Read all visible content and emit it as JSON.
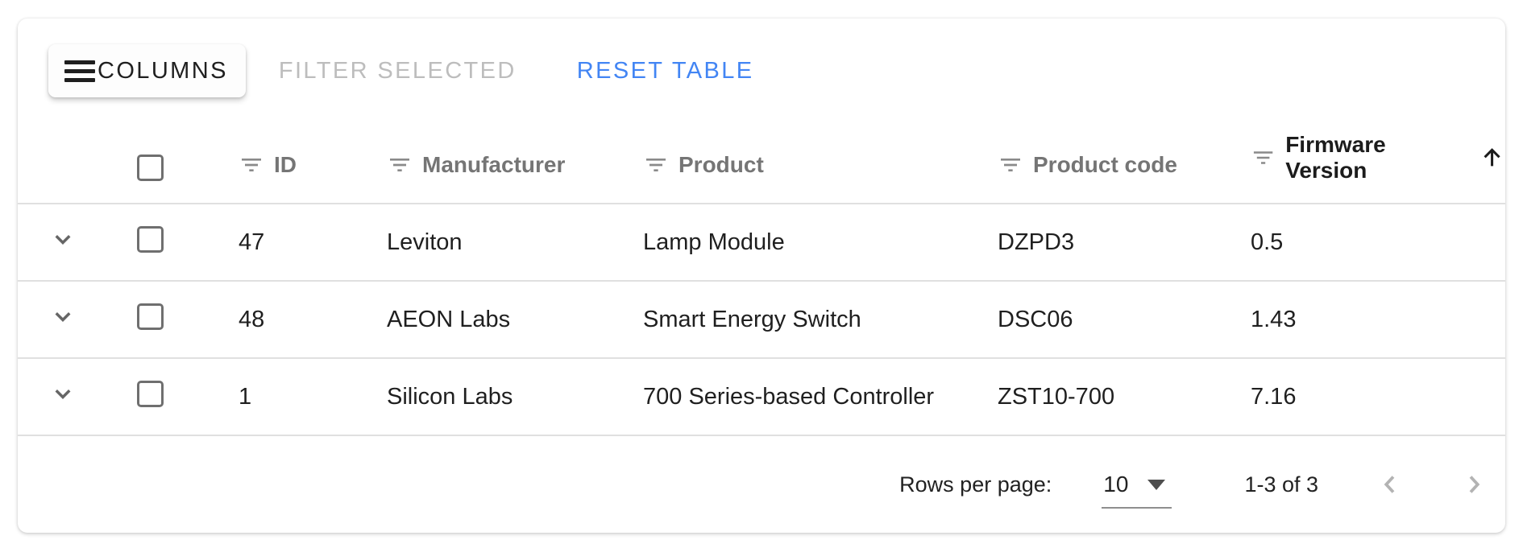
{
  "colors": {
    "accent": "#4285f4",
    "disabled_text": "#bdbdbd",
    "header_text": "#757575",
    "active_header_text": "#1c1c1c",
    "divider": "#e0e0e0"
  },
  "toolbar": {
    "columns": "COLUMNS",
    "filter_selected": "FILTER SELECTED",
    "reset_table": "RESET TABLE"
  },
  "table": {
    "columns": [
      {
        "label": "ID"
      },
      {
        "label": "Manufacturer"
      },
      {
        "label": "Product"
      },
      {
        "label": "Product code"
      },
      {
        "label": "Firmware Version",
        "sorted": "ascending"
      }
    ],
    "rows": [
      {
        "cells": [
          "47",
          "Leviton",
          "Lamp Module",
          "DZPD3",
          "0.5"
        ]
      },
      {
        "cells": [
          "48",
          "AEON Labs",
          "Smart Energy Switch",
          "DSC06",
          "1.43"
        ]
      },
      {
        "cells": [
          "1",
          "Silicon Labs",
          "700 Series-based Controller",
          "ZST10-700",
          "7.16"
        ]
      }
    ]
  },
  "footer": {
    "rows_per_page_label": "Rows per page:",
    "rows_per_page_value": "10",
    "range": "1-3 of 3"
  }
}
